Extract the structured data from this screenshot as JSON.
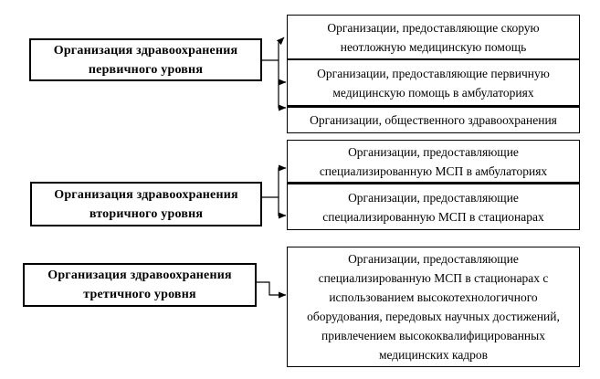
{
  "palette": {
    "background": "#ffffff",
    "line": "#000000",
    "box_fill": "#ffffff",
    "text": "#000000"
  },
  "diagram": {
    "primary": {
      "source": "Организация здравоохранения\nпервичного уровня",
      "targets": {
        "emergency": "Организации, предоставляющие скорую\nнеотложную медицинскую помощь",
        "ambulatory_primary": "Организации, предоставляющие первичную\nмедицинскую помощь в амбулаториях",
        "public_health": "Организации, общественного здравоохранения"
      }
    },
    "secondary": {
      "source": "Организация здравоохранения\nвторичного уровня",
      "targets": {
        "msp_ambulatory": "Организации, предоставляющие\nспециализированную МСП в амбулаториях",
        "msp_inpatient": "Организации, предоставляющие\nспециализированную МСП в стационарах"
      }
    },
    "tertiary": {
      "source": "Организация здравоохранения\nтретичного уровня",
      "targets": {
        "msp_hightech": "Организации, предоставляющие\nспециализированную МСП в стационарах с\nиспользованием высокотехнологичного\nоборудования, передовых научных достижений,\nпривлечением высококвалифицированных\nмедицинских кадров"
      }
    }
  }
}
